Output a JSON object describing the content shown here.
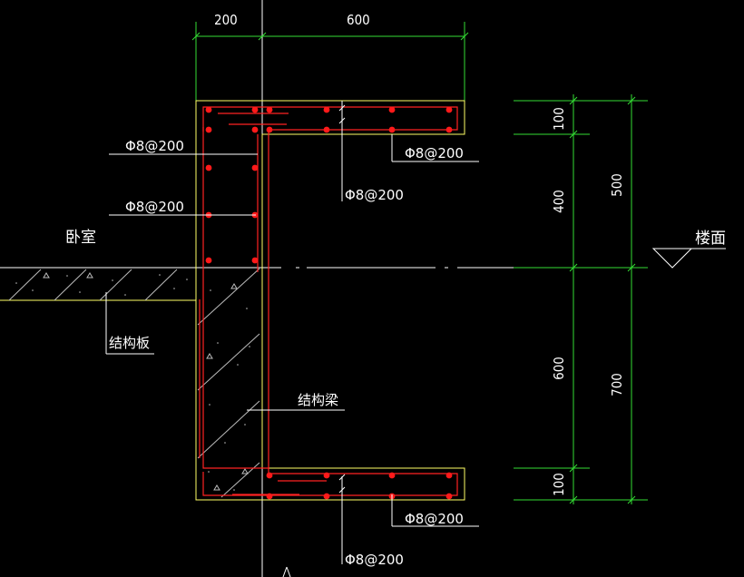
{
  "dimensions": {
    "top_left": "200",
    "top_right": "600",
    "right_inner": [
      "100",
      "400",
      "600",
      "100"
    ],
    "right_outer": [
      "500",
      "700"
    ]
  },
  "rebar": {
    "left_upper": "Φ8@200",
    "left_middle": "Φ8@200",
    "top_right": "Φ8@200",
    "top_center": "Φ8@200",
    "bottom_right": "Φ8@200",
    "bottom_center": "Φ8@200"
  },
  "labels": {
    "bedroom": "卧室",
    "floor_level": "楼面",
    "structural_slab": "结构板",
    "structural_beam": "结构梁"
  },
  "colors": {
    "background": "#000000",
    "outline": "#ffff66",
    "dimension": "#33dd33",
    "rebar_line": "#ff2222",
    "rebar_dot": "#ff1a1a",
    "leader": "#ffffff",
    "concrete_hatch": "#bbbbbb"
  }
}
